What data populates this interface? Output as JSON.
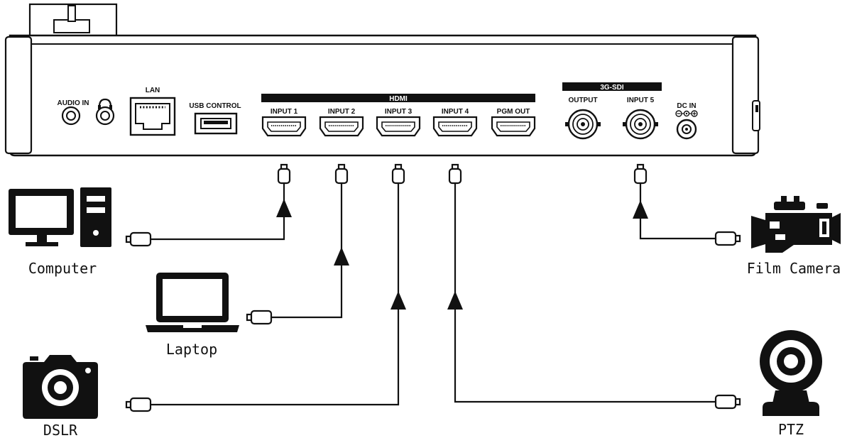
{
  "device": {
    "ports": {
      "audio_in": "AUDIO IN",
      "lan": "LAN",
      "usb_control": "USB CONTROL",
      "hdmi_group": "HDMI",
      "hdmi_input_1": "INPUT 1",
      "hdmi_input_2": "INPUT 2",
      "hdmi_input_3": "INPUT 3",
      "hdmi_input_4": "INPUT 4",
      "pgm_out": "PGM OUT",
      "sdi_group": "3G-SDI",
      "sdi_output": "OUTPUT",
      "sdi_input_5": "INPUT 5",
      "dc_in": "DC IN"
    },
    "icons": [
      "headphone-icon",
      "rj45-port-icon",
      "usb-port-icon",
      "hdmi-port-icon",
      "bnc-port-icon",
      "dc-jack-icon",
      "dc-polarity-icon"
    ]
  },
  "sources": {
    "computer": "Computer",
    "laptop": "Laptop",
    "dslr": "DSLR",
    "film_camera": "Film Camera",
    "ptz": "PTZ"
  },
  "source_icons": [
    "computer-icon",
    "laptop-icon",
    "dslr-camera-icon",
    "film-camera-icon",
    "ptz-camera-icon"
  ],
  "connections": [
    {
      "from": "Computer",
      "to": "INPUT 1"
    },
    {
      "from": "Laptop",
      "to": "INPUT 2"
    },
    {
      "from": "DSLR",
      "to": "INPUT 3"
    },
    {
      "from": "PTZ",
      "to": "INPUT 4"
    },
    {
      "from": "Film Camera",
      "to": "INPUT 5"
    }
  ],
  "colors": {
    "ink": "#111111",
    "background": "#ffffff"
  }
}
